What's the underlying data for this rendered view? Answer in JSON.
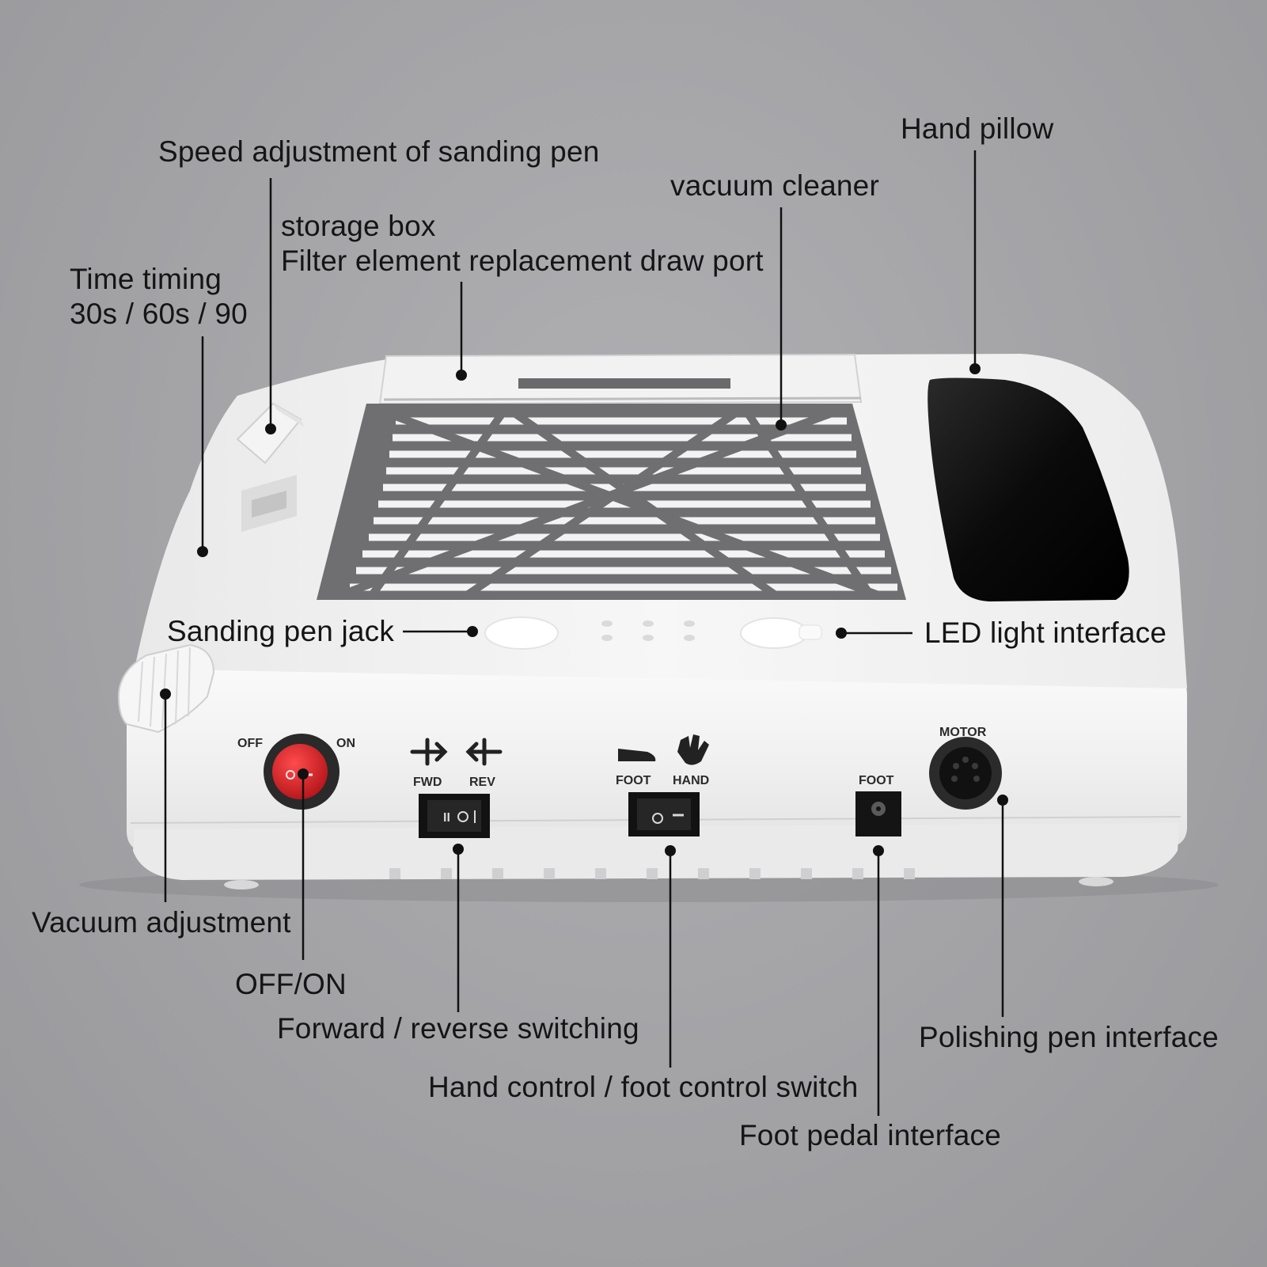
{
  "callouts": {
    "speed_adjustment": "Speed adjustment of sanding pen",
    "storage_box": "storage box",
    "filter_port": "Filter element replacement draw port",
    "vacuum_cleaner": "vacuum cleaner",
    "hand_pillow": "Hand pillow",
    "time_timing": "Time timing",
    "time_values": "30s / 60s / 90",
    "sanding_pen_jack": "Sanding pen jack",
    "led_light_interface": "LED light interface",
    "vacuum_adjustment": "Vacuum adjustment",
    "off_on": "OFF/ON",
    "forward_reverse": "Forward / reverse switching",
    "hand_foot_switch": "Hand control / foot control switch",
    "foot_pedal_interface": "Foot pedal interface",
    "polishing_pen_interface": "Polishing pen interface"
  },
  "panel": {
    "off": "OFF",
    "on": "ON",
    "fwd": "FWD",
    "rev": "REV",
    "foot": "FOOT",
    "hand": "HAND",
    "foot_jack": "FOOT",
    "motor": "MOTOR"
  },
  "colors": {
    "background": "#a4a4a7",
    "device_body": "#f4f4f4",
    "power_switch": "#d8262b",
    "grille": "#6f6f72",
    "hand_pillow": "#0d0d0d"
  }
}
